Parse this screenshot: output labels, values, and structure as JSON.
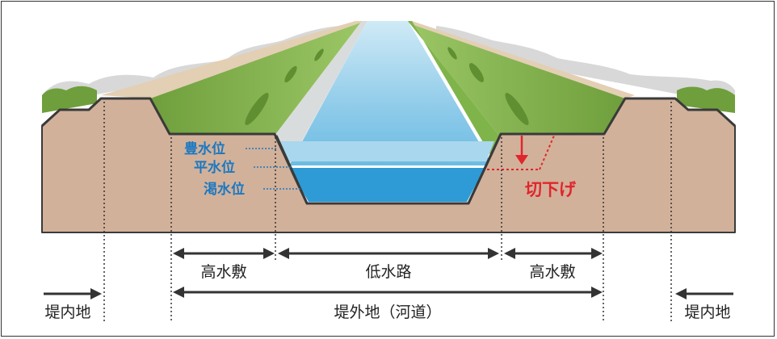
{
  "water_levels": {
    "high": "豊水位",
    "normal": "平水位",
    "low": "渇水位"
  },
  "cut_label": "切下げ",
  "spans": {
    "high_water_bed_left": "高水敷",
    "low_water_channel": "低水路",
    "high_water_bed_right": "高水敷",
    "river_area": "堤外地（河道）",
    "protected_left": "堤内地",
    "protected_right": "堤内地"
  },
  "colors": {
    "soil": "#d2b19a",
    "water_shallow": "#a9d7ee",
    "water_deep": "#2e9bd6",
    "grass": "#8cb854",
    "label_blue": "#1a78c2",
    "cut_red": "#e0262d"
  }
}
